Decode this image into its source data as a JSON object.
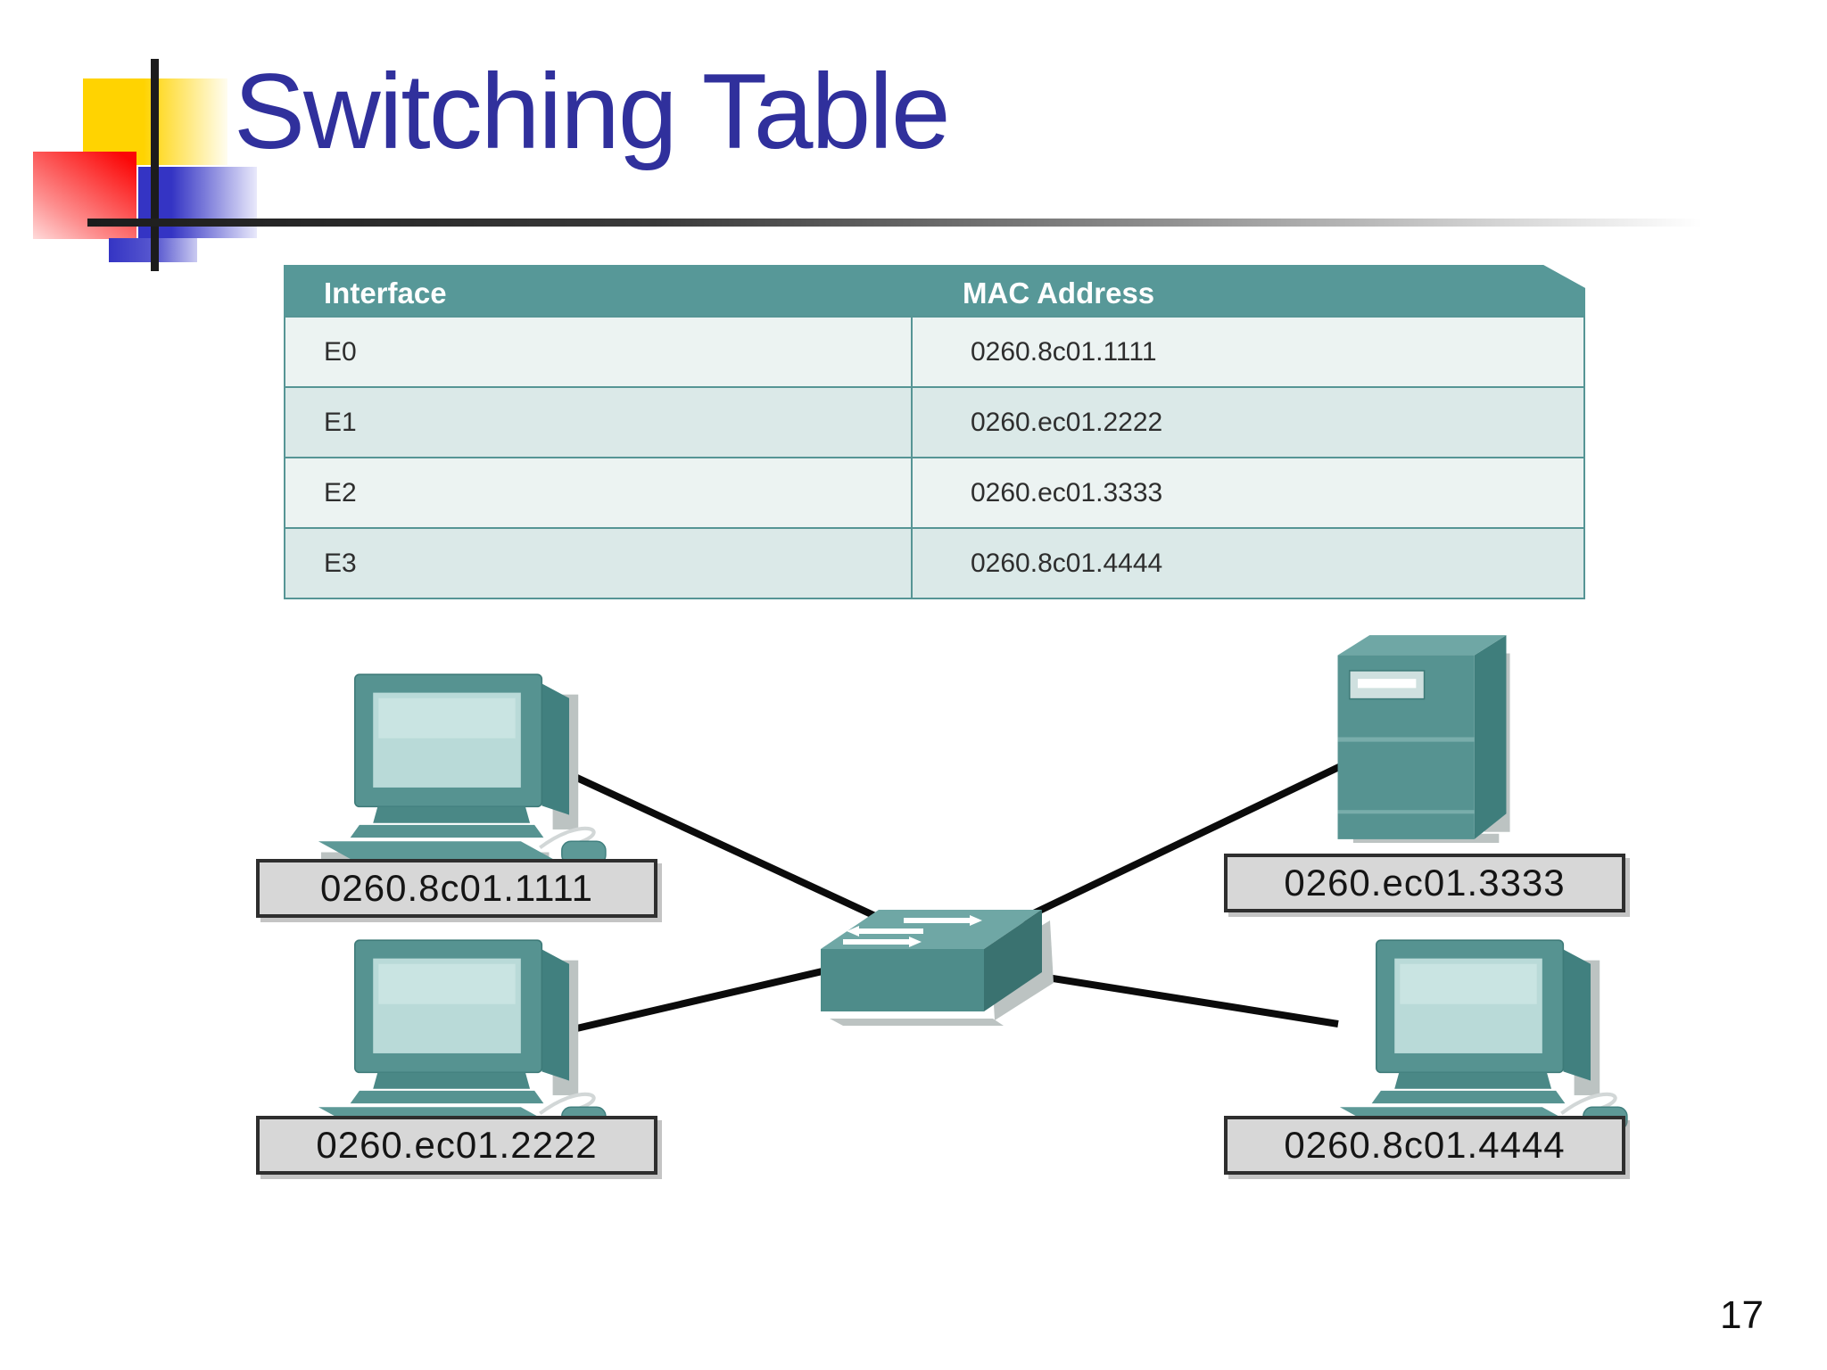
{
  "slide": {
    "title": "Switching Table",
    "page_number": "17"
  },
  "table": {
    "headers": {
      "interface": "Interface",
      "mac": "MAC Address"
    },
    "rows": [
      {
        "interface": "E0",
        "mac": "0260.8c01.1111"
      },
      {
        "interface": "E1",
        "mac": "0260.ec01.2222"
      },
      {
        "interface": "E2",
        "mac": "0260.ec01.3333"
      },
      {
        "interface": "E3",
        "mac": "0260.8c01.4444"
      }
    ]
  },
  "diagram": {
    "nodes": [
      {
        "id": "pc-top-left",
        "type": "workstation",
        "label": "0260.8c01.1111"
      },
      {
        "id": "pc-bottom-left",
        "type": "workstation",
        "label": "0260.ec01.2222"
      },
      {
        "id": "server-top-right",
        "type": "server",
        "label": "0260.ec01.3333"
      },
      {
        "id": "pc-bottom-right",
        "type": "workstation",
        "label": "0260.8c01.4444"
      },
      {
        "id": "switch-center",
        "type": "switch",
        "label": ""
      }
    ],
    "links": [
      {
        "from": "pc-top-left",
        "to": "switch-center"
      },
      {
        "from": "pc-bottom-left",
        "to": "switch-center"
      },
      {
        "from": "server-top-right",
        "to": "switch-center"
      },
      {
        "from": "pc-bottom-right",
        "to": "switch-center"
      }
    ]
  },
  "colors": {
    "title_text": "#30309c",
    "table_header_bg": "#579898",
    "table_row_light": "#ecf3f2",
    "table_row_dark": "#dbe9e8",
    "table_border": "#569595",
    "device_teal": "#569391",
    "device_teal_dark": "#3f7e7c",
    "screen_teal": "#b9dad8",
    "label_box_bg": "#d7d7d7",
    "link_line": "#0b0b0b",
    "accent_yellow": "#ffd301",
    "accent_red": "#fb0707",
    "accent_blue": "#3434c4"
  }
}
